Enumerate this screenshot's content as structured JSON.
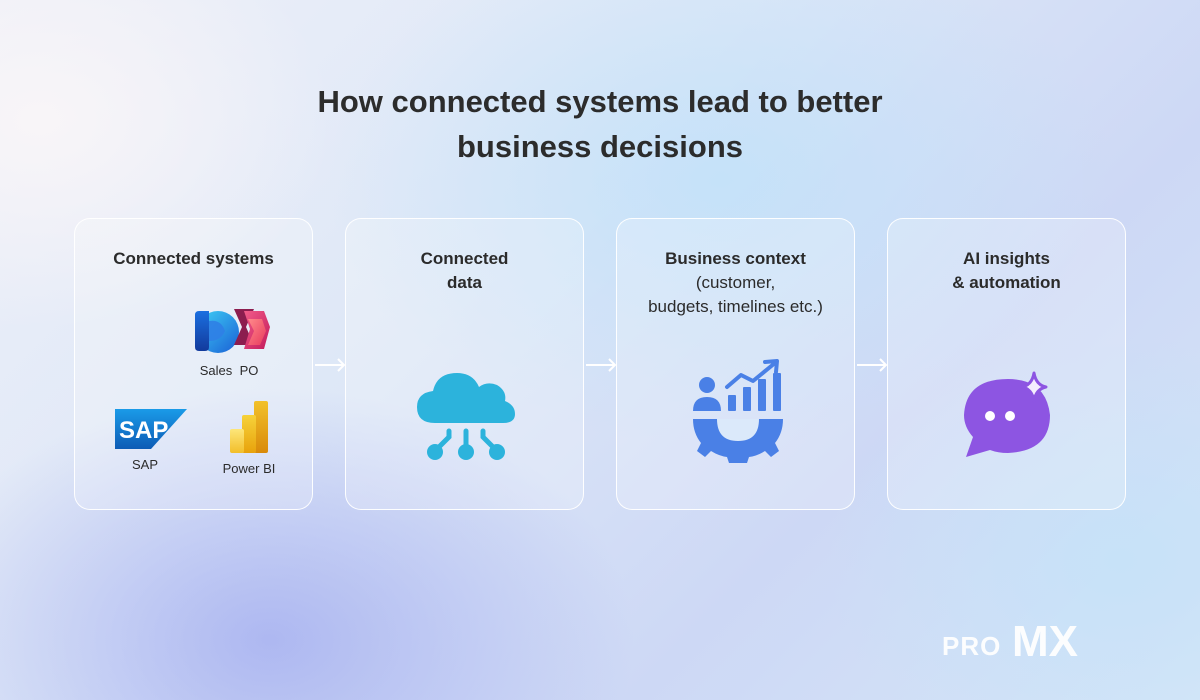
{
  "title": {
    "line1": "How connected systems lead to better",
    "line2": "business decisions"
  },
  "steps": [
    {
      "title": "Connected systems",
      "systems": [
        {
          "label": "Sales",
          "icon": "dynamics-sales-icon"
        },
        {
          "label": "PO",
          "icon": "power-apps-icon"
        },
        {
          "label": "SAP",
          "icon": "sap-logo-icon"
        },
        {
          "label": "Power BI",
          "icon": "power-bi-icon"
        }
      ]
    },
    {
      "title_line1": "Connected",
      "title_line2": "data",
      "icon": "cloud-network-icon"
    },
    {
      "title": "Business context",
      "sub_line1": "(customer,",
      "sub_line2": "budgets, timelines etc.)",
      "icon": "analytics-gear-icon"
    },
    {
      "title_line1": "AI insights",
      "title_line2": "& automation",
      "icon": "chat-sparkle-icon"
    }
  ],
  "colors": {
    "title": "#2c2c2c",
    "cloud": "#2cb3dc",
    "gear": "#4a80e6",
    "chat": "#8d55e2"
  },
  "brand": {
    "logo": "proMX"
  }
}
